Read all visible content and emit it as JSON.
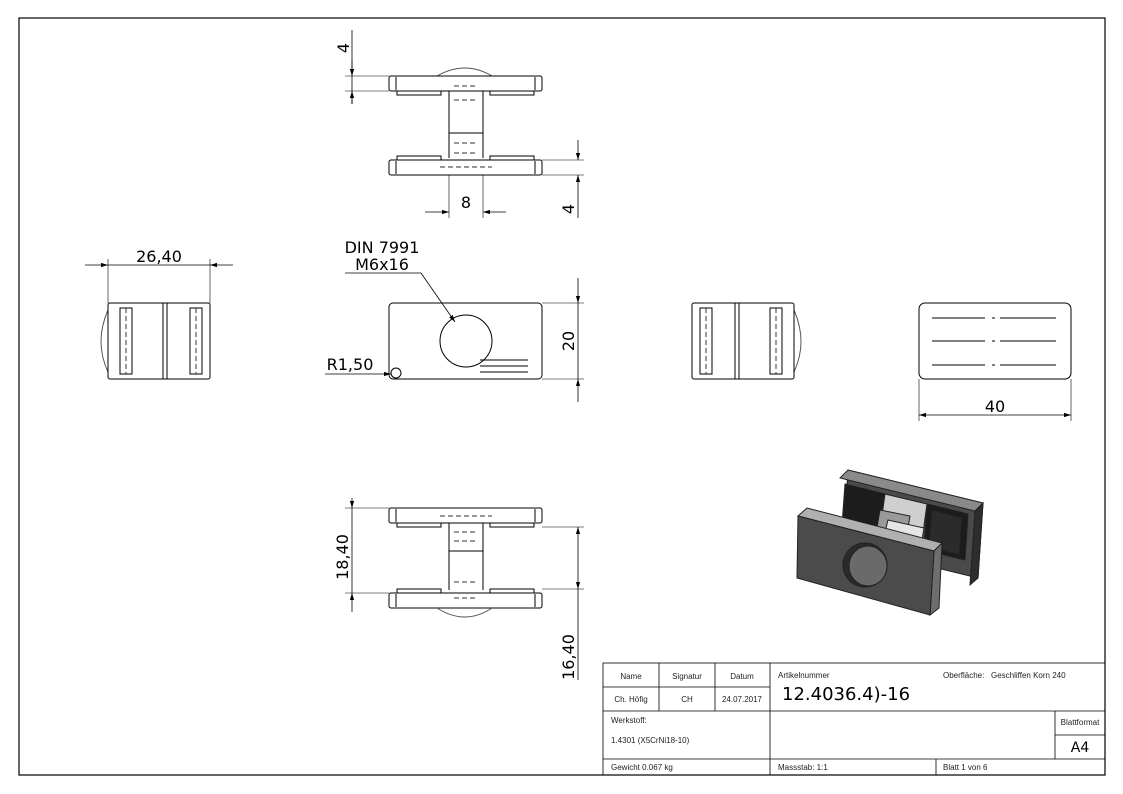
{
  "dimensions": {
    "top_view_flange_thickness": "4",
    "top_view_gap": "4",
    "web_thickness": "8",
    "left_view_width": "26,40",
    "screw_spec_line1": "DIN 7991",
    "screw_spec_line2": "M6x16",
    "corner_radius": "R1,50",
    "front_height": "20",
    "right_view_length": "40",
    "bottom_view_height": "18,40",
    "bottom_view_overall": "16,40"
  },
  "title_block": {
    "col_name_label": "Name",
    "col_signature_label": "Signatur",
    "col_date_label": "Datum",
    "article_label": "Artikelnummer",
    "surface_label": "Oberfläche:",
    "surface_value": "Geschliffen Korn 240",
    "name_value": "Ch. Höfig",
    "signature_value": "CH",
    "date_value": "24.07.2017",
    "article_number": "12.4036.4⁠)-16",
    "material_label": "Werkstoff:",
    "material_value": "1.4301 (X5CrNi18-10)",
    "sheet_format_label": "Blattformat",
    "sheet_format_value": "A4",
    "weight": "Gewicht 0.067 kg",
    "scale": "Massstab: 1:1",
    "sheet": "Blatt 1 von 6"
  }
}
